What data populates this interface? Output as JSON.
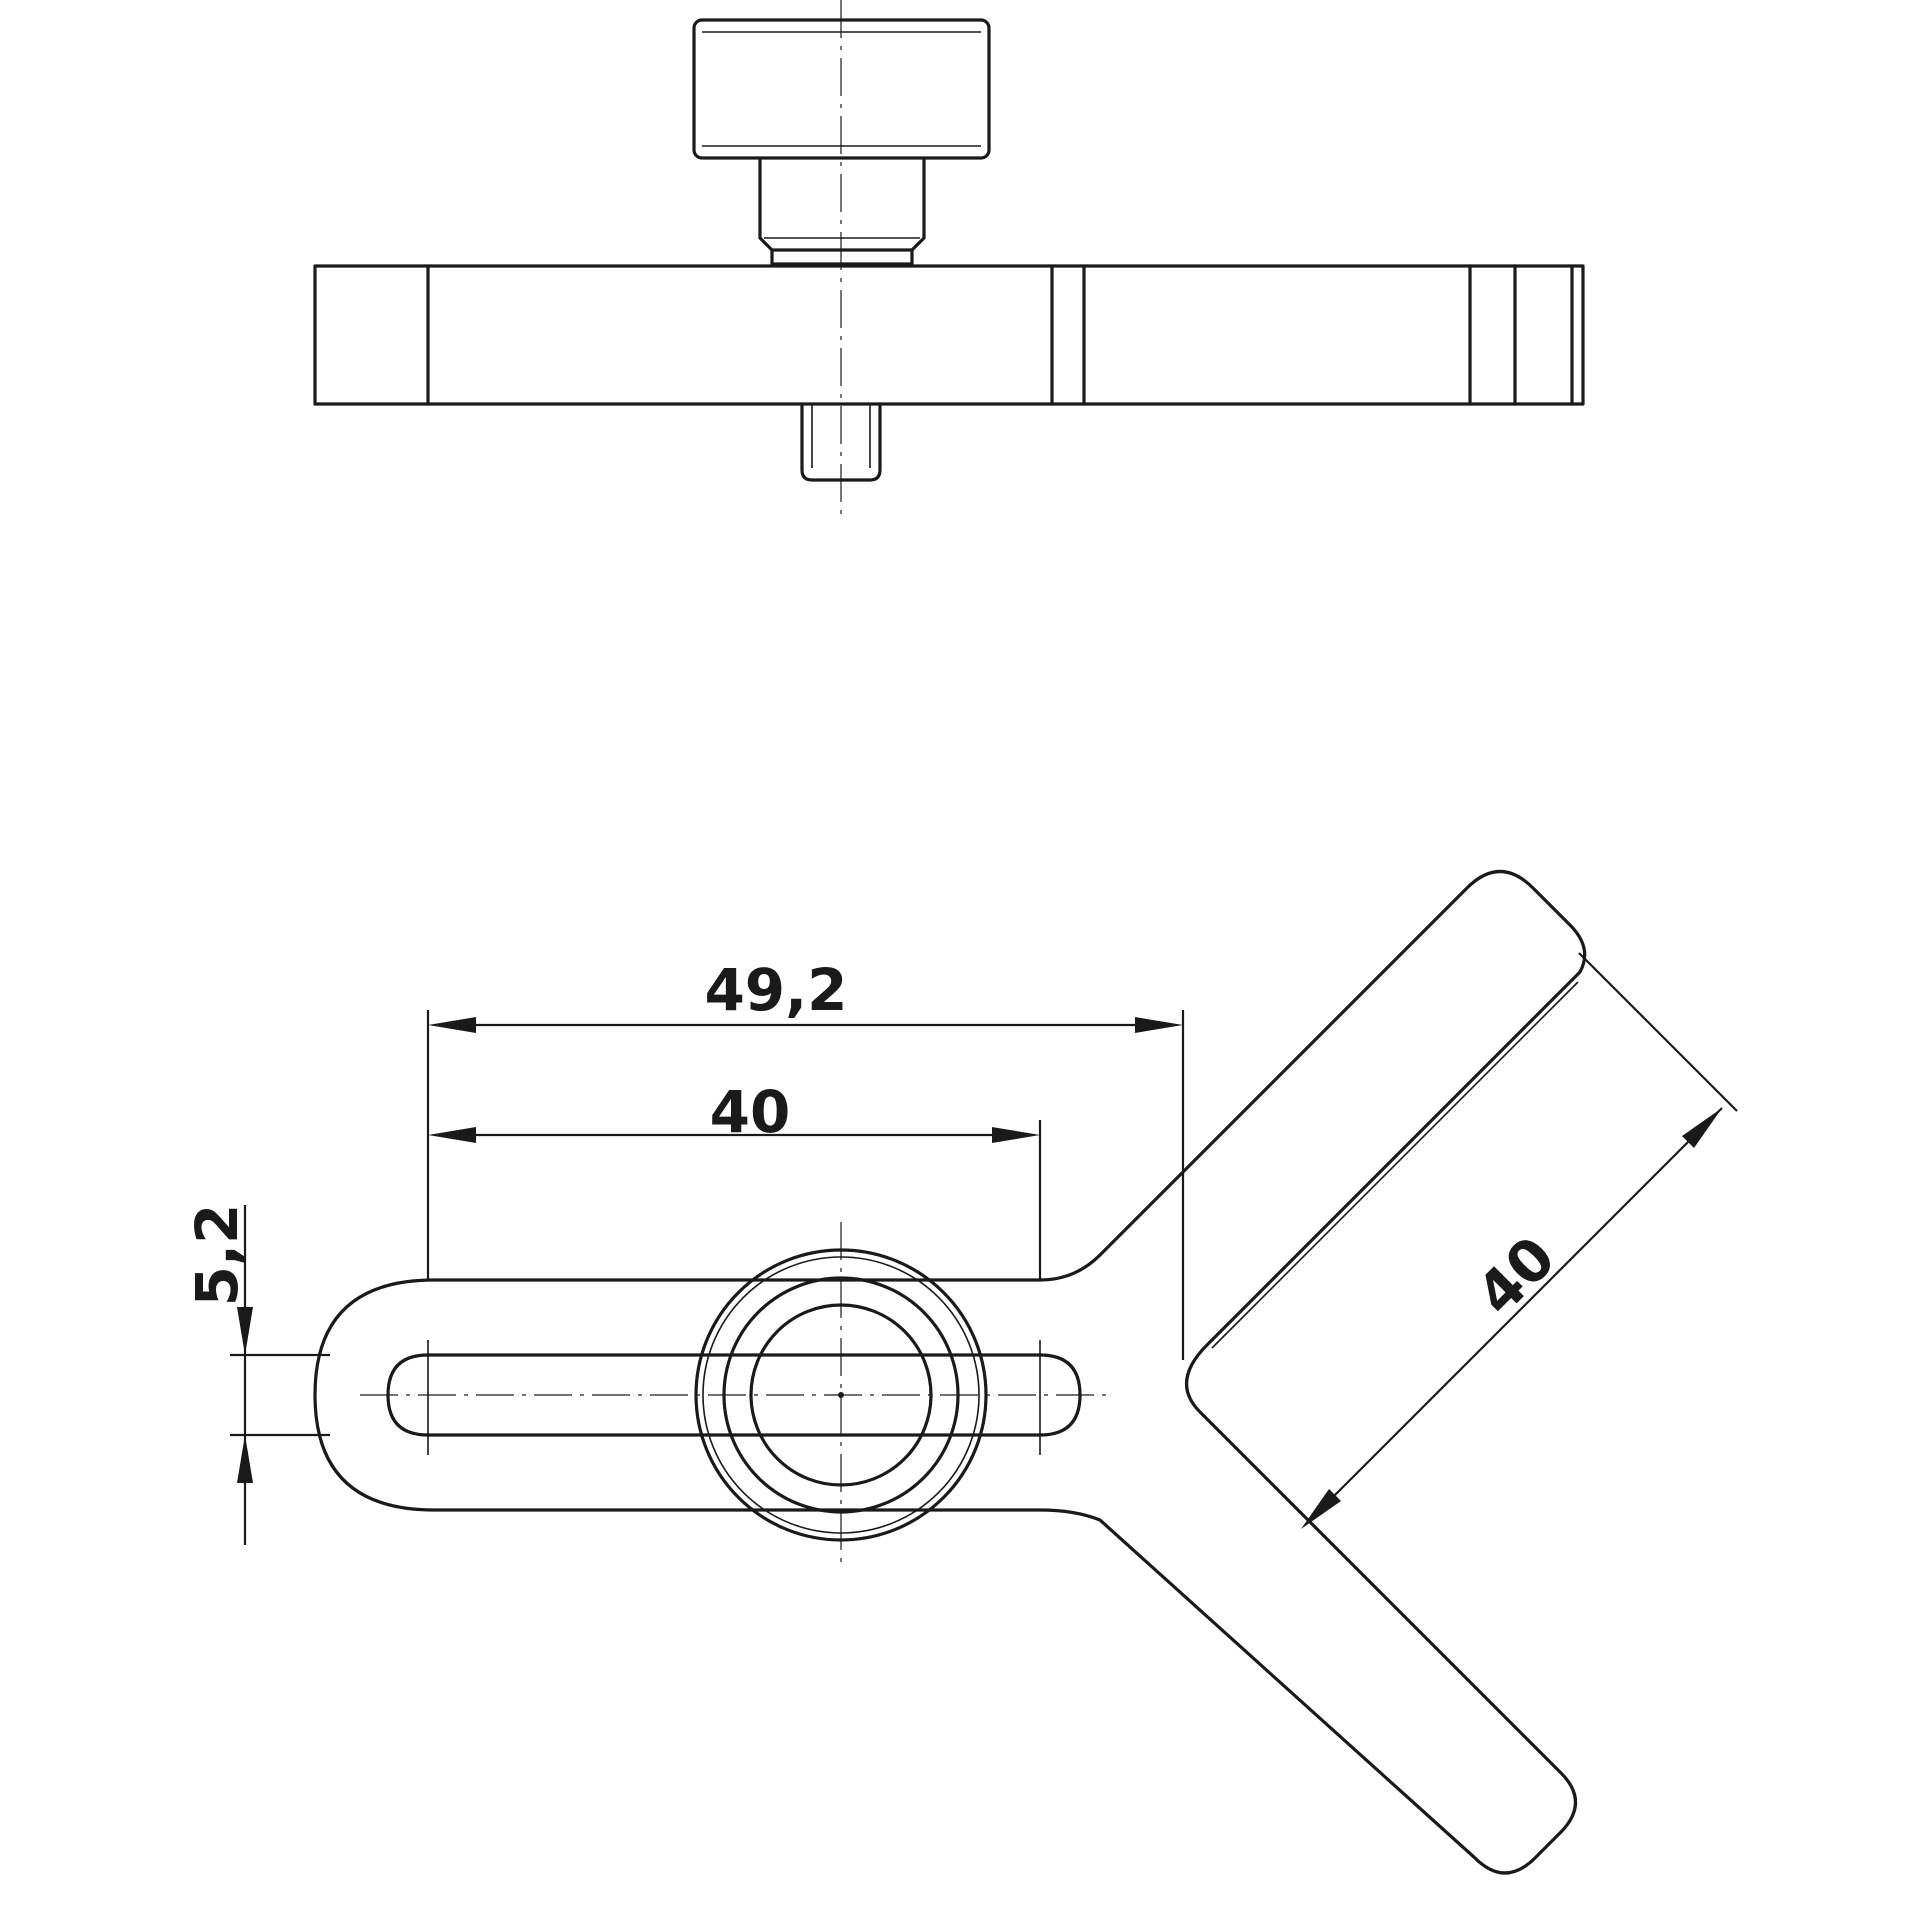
{
  "dimensions": {
    "overall_width": "49,2",
    "slot_length": "40",
    "slot_width": "5,2",
    "arm_width": "40"
  }
}
